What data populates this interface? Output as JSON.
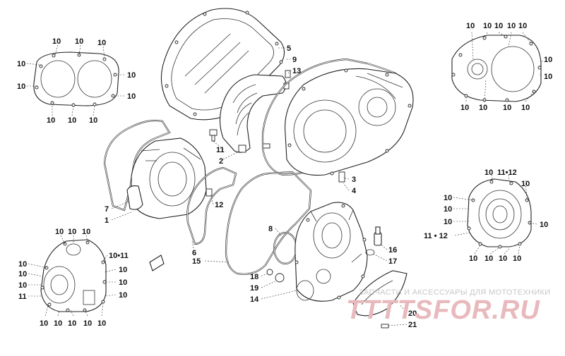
{
  "diagram": {
    "callouts": {
      "c1": "1",
      "c2": "2",
      "c3": "3",
      "c4": "4",
      "c5": "5",
      "c6": "6",
      "c7": "7",
      "c8": "8",
      "c9": "9",
      "c10": "10",
      "c10_11": "10•11",
      "c11": "11",
      "c11_12": "11•12",
      "c11_12b": "11 • 12",
      "c12": "12",
      "c13": "13",
      "c14": "14",
      "c15": "15",
      "c16": "16",
      "c17": "17",
      "c18": "18",
      "c19": "19",
      "c20": "20",
      "c21": "21"
    },
    "watermark": {
      "text": "ЗАПЧАСТИ И АКСЕССУАРЫ ДЛЯ МОТОТЕХНИКИ",
      "logo": "TTTTSFOR.RU"
    }
  }
}
